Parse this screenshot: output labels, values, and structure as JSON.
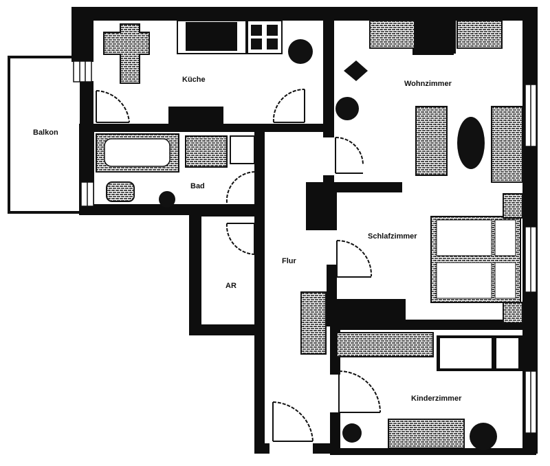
{
  "diagram": {
    "type": "floor-plan",
    "colors": {
      "wall": "#0e0e0e",
      "hatch": "#2a2a2a",
      "background": "#ffffff",
      "line": "#111111"
    },
    "rooms": [
      {
        "id": "kueche",
        "label": "Küche"
      },
      {
        "id": "wohnzimmer",
        "label": "Wohnzimmer"
      },
      {
        "id": "balkon",
        "label": "Balkon"
      },
      {
        "id": "bad",
        "label": "Bad"
      },
      {
        "id": "schlafzimmer",
        "label": "Schlafzimmer"
      },
      {
        "id": "flur",
        "label": "Flur"
      },
      {
        "id": "ar",
        "label": "AR"
      },
      {
        "id": "kinderzimmer",
        "label": "Kinderzimmer"
      }
    ]
  }
}
